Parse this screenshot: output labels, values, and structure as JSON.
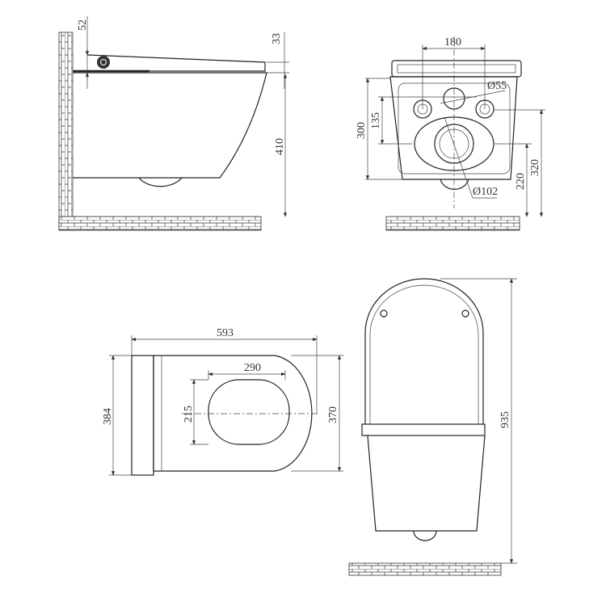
{
  "side_view": {
    "dims": {
      "seat_thickness": "52",
      "lid_gap": "33",
      "height": "410"
    }
  },
  "front_view": {
    "dims": {
      "inlet_spacing": "180",
      "inlet_diameter": "Ø55",
      "body_height": "300",
      "inlet_offset": "135",
      "inlet_height": "320",
      "outlet_height": "220",
      "outlet_diameter": "Ø102"
    }
  },
  "top_view": {
    "dims": {
      "length": "593",
      "opening_length": "290",
      "width": "384",
      "opening_width": "215",
      "body_width": "370"
    }
  },
  "open_lid_view": {
    "dims": {
      "total_height": "935"
    }
  }
}
